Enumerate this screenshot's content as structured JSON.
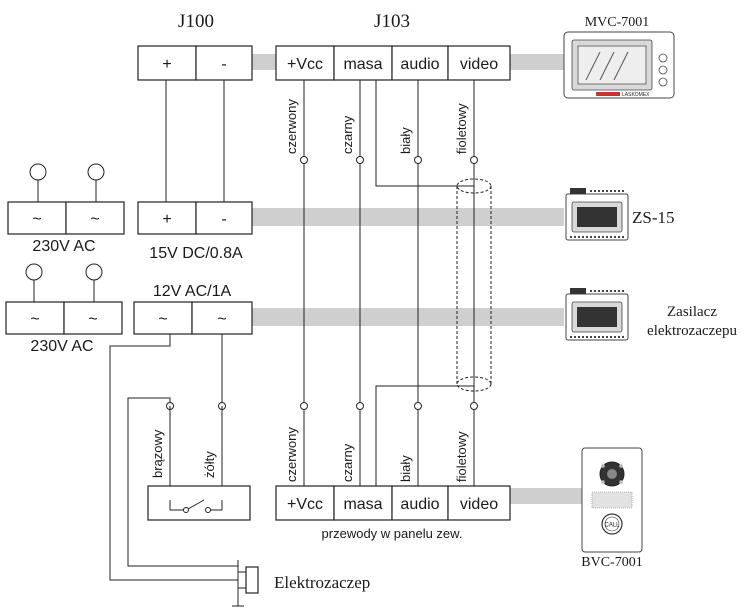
{
  "colors": {
    "band": "#cfcfcf",
    "line": "#222222"
  },
  "headers": {
    "j100": "J100",
    "j103": "J103"
  },
  "terminals": {
    "j100": [
      "+",
      "-"
    ],
    "j103_top": [
      "+Vcc",
      "masa",
      "audio",
      "video"
    ],
    "j103_bottom": [
      "+Vcc",
      "masa",
      "audio",
      "video"
    ],
    "dc_out": [
      "+",
      "-"
    ],
    "ac_in_1": [
      "~",
      "~"
    ],
    "ac_in_2": [
      "~",
      "~"
    ],
    "ac_out": [
      "~",
      "~"
    ]
  },
  "labels": {
    "ac_in_1": "230V AC",
    "ac_in_2": "230V AC",
    "dc_out": "15V DC/0.8A",
    "ac_out": "12V AC/1A",
    "outdoor_wires": "przewody w panelu zew.",
    "lock": "Elektrozaczep"
  },
  "wire_colors": {
    "top": [
      "czerwony",
      "czarny",
      "biały",
      "fioletowy"
    ],
    "bottom": [
      "czerwony",
      "czarny",
      "biały",
      "fioletowy"
    ],
    "lock": [
      "brązowy",
      "żółty"
    ]
  },
  "devices": {
    "monitor": "MVC-7001",
    "monitor_brand": "LASKOMEX",
    "zs15": "ZS-15",
    "psu_line1": "Zasilacz",
    "psu_line2": "elektrozaczepu",
    "panel": "BVC-7001",
    "call_button": "CALL"
  },
  "icons": [
    "bell-icon",
    "lock-icon",
    "switch-icon",
    "camera-icon"
  ]
}
